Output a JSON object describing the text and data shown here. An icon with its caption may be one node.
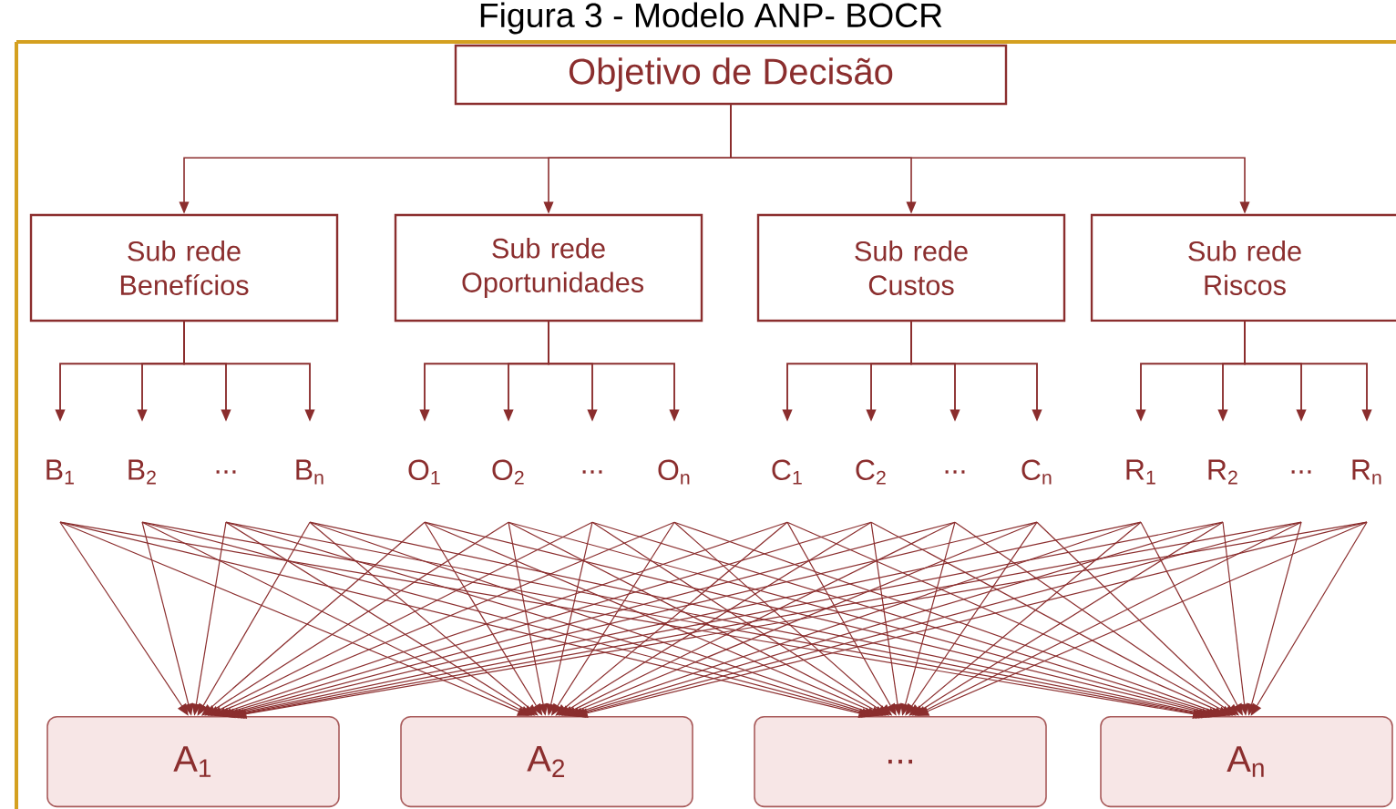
{
  "diagram": {
    "title": "Figura 3 - Modelo ANP- BOCR",
    "nodes": [
      {
        "text": [
          "Objetivo de Decisão"
        ]
      },
      {
        "text": [
          "Sub rede Benefícios"
        ]
      },
      {
        "text": [
          "Sub rede Oportunidades"
        ]
      },
      {
        "text": [
          "Sub rede Custos"
        ]
      },
      {
        "text": [
          "Sub rede Riscos"
        ]
      },
      {
        "text": [
          "B$_{1}$"
        ]
      },
      {
        "text": [
          "B$_{2}$"
        ]
      },
      {
        "text": [
          "..."
        ]
      },
      {
        "text": [
          "B$_{n}$"
        ]
      },
      {
        "text": [
          "O$_{1}$"
        ]
      },
      {
        "text": [
          "O$_{2}$"
        ]
      },
      {
        "text": [
          "..."
        ]
      },
      {
        "text": [
          "O$_{n}$"
        ]
      },
      {
        "text": [
          "C$_{1}$"
        ]
      },
      {
        "text": [
          "C$_{2}$"
        ]
      },
      {
        "text": [
          "..."
        ]
      },
      {
        "text": [
          "C$_{n}$"
        ]
      },
      {
        "text": [
          "R$_{1}$"
        ]
      },
      {
        "text": [
          "R$_{2}$"
        ]
      },
      {
        "text": [
          "..."
        ]
      },
      {
        "text": [
          "R$_{n}$"
        ]
      },
      {
        "text": [
          "A$_{1}$"
        ]
      },
      {
        "text": [
          "A$_{2}$"
        ]
      },
      {
        "text": [
          "..."
        ]
      },
      {
        "text": [
          "A$_{n}$"
        ]
      }
    ],
    "edges": [
      {
        "from": 0,
        "to": 1,
        "arrow": "to"
      },
      {
        "from": 0,
        "to": 2,
        "arrow": "to"
      },
      {
        "from": 0,
        "to": 3,
        "arrow": "to"
      },
      {
        "from": 0,
        "to": 4,
        "arrow": "to"
      },
      {
        "from": 1,
        "to": 5,
        "arrow": "to"
      },
      {
        "from": 1,
        "to": 6,
        "arrow": "to"
      },
      {
        "from": 1,
        "to": 7,
        "arrow": "to"
      },
      {
        "from": 1,
        "to": 8,
        "arrow": "to"
      },
      {
        "from": 2,
        "to": 9,
        "arrow": "to"
      },
      {
        "from": 2,
        "to": 10,
        "arrow": "to"
      },
      {
        "from": 2,
        "to": 11,
        "arrow": "to"
      },
      {
        "from": 2,
        "to": 12,
        "arrow": "to"
      },
      {
        "from": 3,
        "to": 13,
        "arrow": "to"
      },
      {
        "from": 3,
        "to": 14,
        "arrow": "to"
      },
      {
        "from": 3,
        "to": 15,
        "arrow": "to"
      },
      {
        "from": 3,
        "to": 16,
        "arrow": "to"
      },
      {
        "from": 4,
        "to": 17,
        "arrow": "to"
      },
      {
        "from": 4,
        "to": 18,
        "arrow": "to"
      },
      {
        "from": 4,
        "to": 19,
        "arrow": "to"
      },
      {
        "from": 4,
        "to": 20,
        "arrow": "to"
      },
      {
        "from": 5,
        "to": 21,
        "arrow": "to"
      },
      {
        "from": 5,
        "to": 22,
        "arrow": "to"
      },
      {
        "from": 5,
        "to": 23,
        "arrow": "to"
      },
      {
        "from": 5,
        "to": 24,
        "arrow": "to"
      },
      {
        "from": 6,
        "to": 21,
        "arrow": "to"
      },
      {
        "from": 6,
        "to": 22,
        "arrow": "to"
      },
      {
        "from": 6,
        "to": 23,
        "arrow": "to"
      },
      {
        "from": 6,
        "to": 24,
        "arrow": "to"
      },
      {
        "from": 7,
        "to": 21,
        "arrow": "to"
      },
      {
        "from": 7,
        "to": 22,
        "arrow": "to"
      },
      {
        "from": 7,
        "to": 23,
        "arrow": "to"
      },
      {
        "from": 7,
        "to": 24,
        "arrow": "to"
      },
      {
        "from": 8,
        "to": 21,
        "arrow": "to"
      },
      {
        "from": 8,
        "to": 22,
        "arrow": "to"
      },
      {
        "from": 8,
        "to": 23,
        "arrow": "to"
      },
      {
        "from": 8,
        "to": 24,
        "arrow": "to"
      },
      {
        "from": 9,
        "to": 21,
        "arrow": "to"
      },
      {
        "from": 9,
        "to": 22,
        "arrow": "to"
      },
      {
        "from": 9,
        "to": 23,
        "arrow": "to"
      },
      {
        "from": 9,
        "to": 24,
        "arrow": "to"
      },
      {
        "from": 10,
        "to": 21,
        "arrow": "to"
      },
      {
        "from": 10,
        "to": 22,
        "arrow": "to"
      },
      {
        "from": 10,
        "to": 23,
        "arrow": "to"
      },
      {
        "from": 10,
        "to": 24,
        "arrow": "to"
      },
      {
        "from": 11,
        "to": 21,
        "arrow": "to"
      },
      {
        "from": 11,
        "to": 22,
        "arrow": "to"
      },
      {
        "from": 11,
        "to": 23,
        "arrow": "to"
      },
      {
        "from": 11,
        "to": 24,
        "arrow": "to"
      },
      {
        "from": 12,
        "to": 21,
        "arrow": "to"
      },
      {
        "from": 12,
        "to": 22,
        "arrow": "to"
      },
      {
        "from": 12,
        "to": 23,
        "arrow": "to"
      },
      {
        "from": 12,
        "to": 24,
        "arrow": "to"
      },
      {
        "from": 13,
        "to": 21,
        "arrow": "to"
      },
      {
        "from": 13,
        "to": 22,
        "arrow": "to"
      },
      {
        "from": 13,
        "to": 23,
        "arrow": "to"
      },
      {
        "from": 13,
        "to": 24,
        "arrow": "to"
      },
      {
        "from": 14,
        "to": 21,
        "arrow": "to"
      },
      {
        "from": 14,
        "to": 22,
        "arrow": "to"
      },
      {
        "from": 14,
        "to": 23,
        "arrow": "to"
      },
      {
        "from": 14,
        "to": 24,
        "arrow": "to"
      },
      {
        "from": 15,
        "to": 21,
        "arrow": "to"
      },
      {
        "from": 15,
        "to": 22,
        "arrow": "to"
      },
      {
        "from": 15,
        "to": 23,
        "arrow": "to"
      },
      {
        "from": 15,
        "to": 24,
        "arrow": "to"
      },
      {
        "from": 16,
        "to": 21,
        "arrow": "to"
      },
      {
        "from": 16,
        "to": 22,
        "arrow": "to"
      },
      {
        "from": 16,
        "to": 23,
        "arrow": "to"
      },
      {
        "from": 16,
        "to": 24,
        "arrow": "to"
      },
      {
        "from": 17,
        "to": 21,
        "arrow": "to"
      },
      {
        "from": 17,
        "to": 22,
        "arrow": "to"
      },
      {
        "from": 17,
        "to": 23,
        "arrow": "to"
      },
      {
        "from": 17,
        "to": 24,
        "arrow": "to"
      },
      {
        "from": 18,
        "to": 21,
        "arrow": "to"
      },
      {
        "from": 18,
        "to": 22,
        "arrow": "to"
      },
      {
        "from": 18,
        "to": 23,
        "arrow": "to"
      },
      {
        "from": 18,
        "to": 24,
        "arrow": "to"
      },
      {
        "from": 19,
        "to": 21,
        "arrow": "to"
      },
      {
        "from": 19,
        "to": 22,
        "arrow": "to"
      },
      {
        "from": 19,
        "to": 23,
        "arrow": "to"
      },
      {
        "from": 19,
        "to": 24,
        "arrow": "to"
      },
      {
        "from": 20,
        "to": 21,
        "arrow": "to"
      },
      {
        "from": 20,
        "to": 22,
        "arrow": "to"
      },
      {
        "from": 20,
        "to": 23,
        "arrow": "to"
      },
      {
        "from": 20,
        "to": 24,
        "arrow": "to"
      }
    ]
  }
}
